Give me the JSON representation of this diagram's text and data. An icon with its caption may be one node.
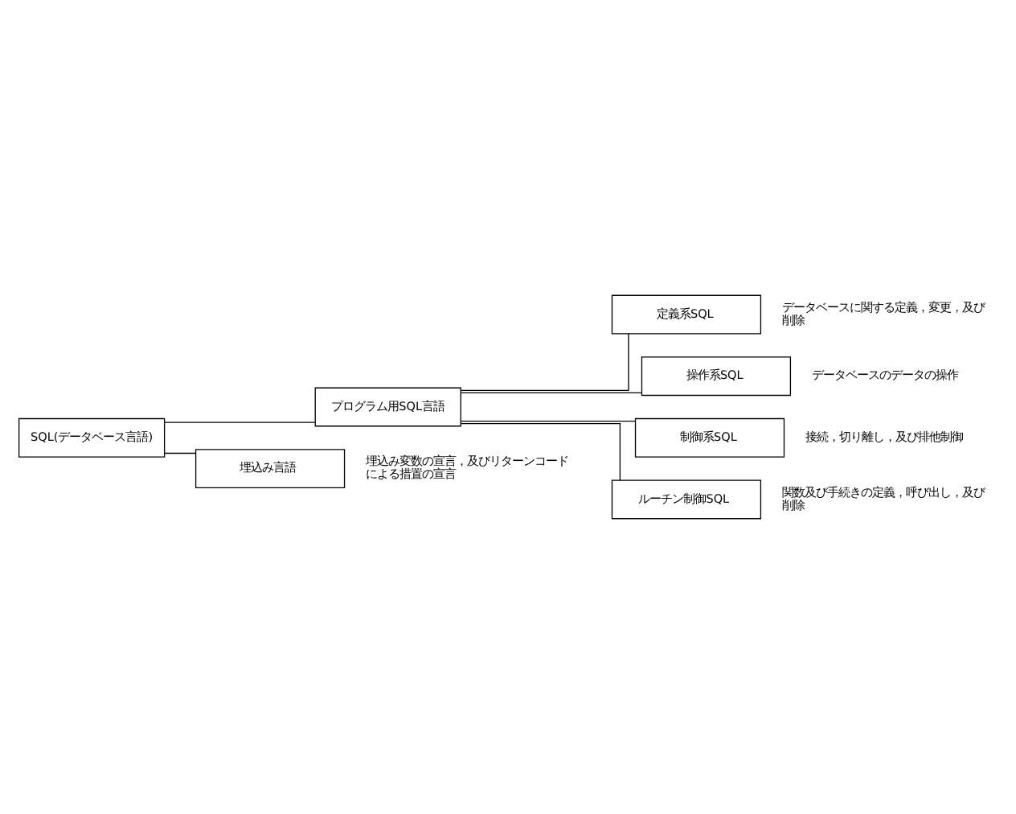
{
  "diagram": {
    "nodes": [
      {
        "text": [
          "SQL(データベース言語)"
        ]
      },
      {
        "text": [
          "プログラム用SQL言語"
        ]
      },
      {
        "text": [
          "定義系SQL"
        ],
        "beside": [
          "データベースに関する定義，変更，及び削除"
        ]
      },
      {
        "text": [
          "操作系SQL"
        ],
        "beside": [
          "データベースのデータの操作"
        ]
      },
      {
        "text": [
          "制御系SQL"
        ],
        "beside": [
          "接続，切り離し，及び排他制御"
        ]
      },
      {
        "text": [
          "ルーチン制御SQL"
        ],
        "beside": [
          "関数及び手続きの定義，呼び出し，及び削除"
        ]
      },
      {
        "text": [
          "埋込み言語"
        ],
        "beside": [
          "埋込み変数の宣言，及びリターンコードによる措置の宣言"
        ]
      }
    ],
    "edges": [
      {
        "from": 0,
        "to": 1,
        "arrow": "none"
      },
      {
        "from": 1,
        "to": 2,
        "arrow": "none"
      },
      {
        "from": 1,
        "to": 3,
        "arrow": "none"
      },
      {
        "from": 1,
        "to": 4,
        "arrow": "none"
      },
      {
        "from": 1,
        "to": 5,
        "arrow": "none"
      },
      {
        "from": 0,
        "to": 6,
        "arrow": "none"
      }
    ]
  }
}
